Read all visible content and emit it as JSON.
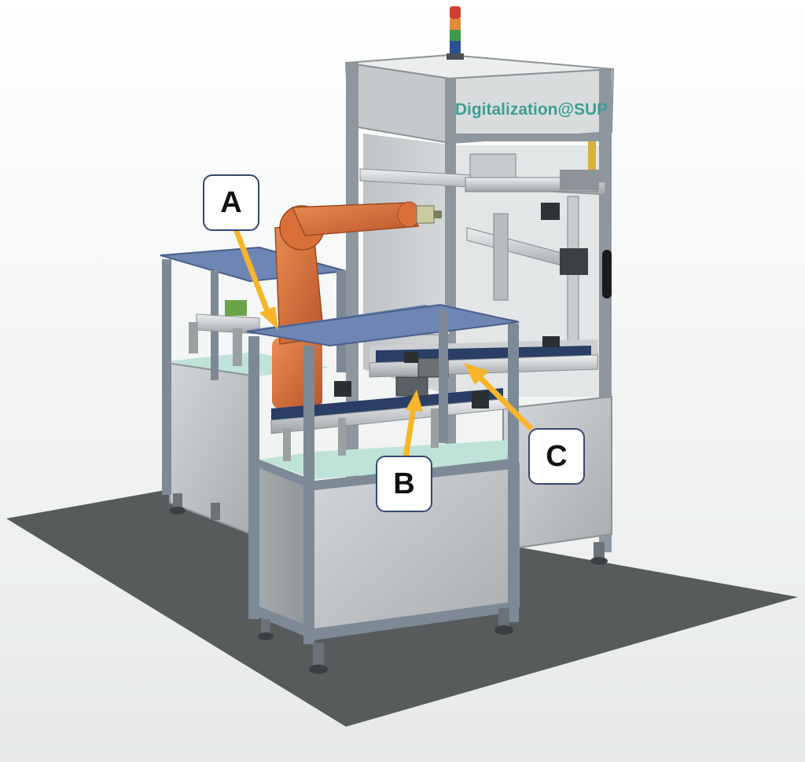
{
  "machine": {
    "panel_text": "Digitalization@SUP"
  },
  "callouts": [
    {
      "label": "A"
    },
    {
      "label": "B"
    },
    {
      "label": "C"
    }
  ],
  "colors": {
    "arrow": "#f7b52a",
    "robot": "#d9703a",
    "frame": "#7d8a95",
    "top_plate": "#6e86b4",
    "floor": "#575b5b",
    "panel": "#c9cccd",
    "deck": "#bfe3d8",
    "belt": "#2a3e66",
    "label_text": "#3d9e93"
  }
}
